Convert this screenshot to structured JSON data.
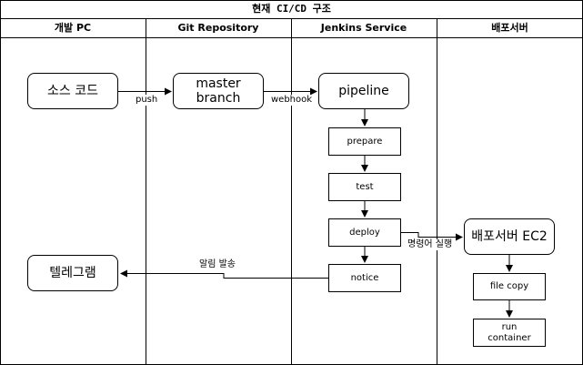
{
  "title": "현재 CI/CD 구조",
  "lanes": [
    "개발 PC",
    "Git Repository",
    "Jenkins Service",
    "배포서버"
  ],
  "nodes": {
    "source_code": "소스 코드",
    "master_branch_1": "master",
    "master_branch_2": "branch",
    "pipeline": "pipeline",
    "prepare": "prepare",
    "test": "test",
    "deploy": "deploy",
    "notice": "notice",
    "ec2": "배포서버 EC2",
    "file_copy": "file copy",
    "run_container_1": "run",
    "run_container_2": "container",
    "telegram": "텔레그램"
  },
  "edge_labels": {
    "push": "push",
    "webhook": "webhook",
    "command": "명령어 실행",
    "alarm": "알림 발송"
  }
}
